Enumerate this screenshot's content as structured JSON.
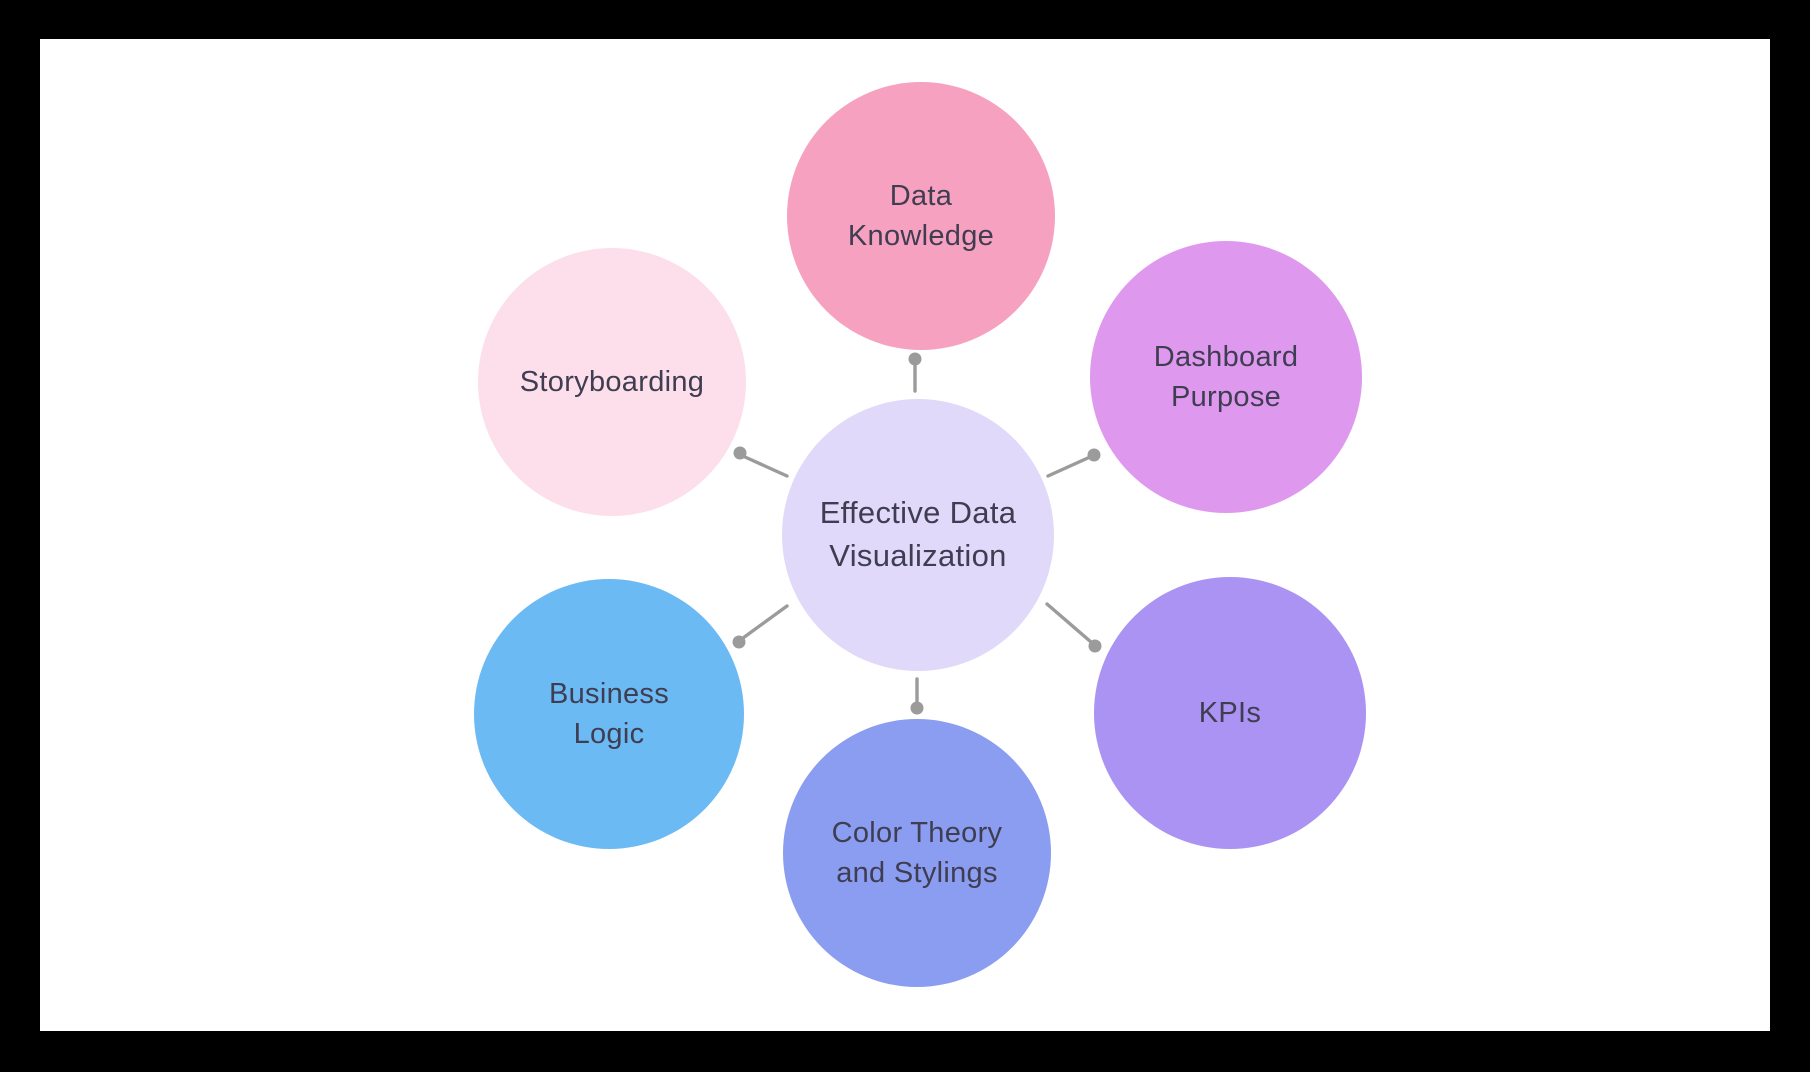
{
  "page": {
    "background": "#000000",
    "canvas_background": "#ffffff"
  },
  "diagram": {
    "text_color": "#3f3d51",
    "connector_color": "#9b9b9b",
    "center": {
      "label": "Effective Data Visualization",
      "color": "#e0d9f9"
    },
    "nodes": [
      {
        "id": "data-knowledge",
        "label": "Data Knowledge",
        "color": "#f6a1bf",
        "position": "top"
      },
      {
        "id": "dashboard-purpose",
        "label": "Dashboard Purpose",
        "color": "#de99ef",
        "position": "upper-right"
      },
      {
        "id": "kpis",
        "label": "KPIs",
        "color": "#ab93f3",
        "position": "lower-right"
      },
      {
        "id": "color-theory",
        "label": "Color Theory and Stylings",
        "color": "#8a9df0",
        "position": "bottom"
      },
      {
        "id": "business-logic",
        "label": "Business Logic",
        "color": "#6cbaf4",
        "position": "lower-left"
      },
      {
        "id": "storyboarding",
        "label": "Storyboarding",
        "color": "#fcdfea",
        "position": "upper-left"
      }
    ]
  }
}
